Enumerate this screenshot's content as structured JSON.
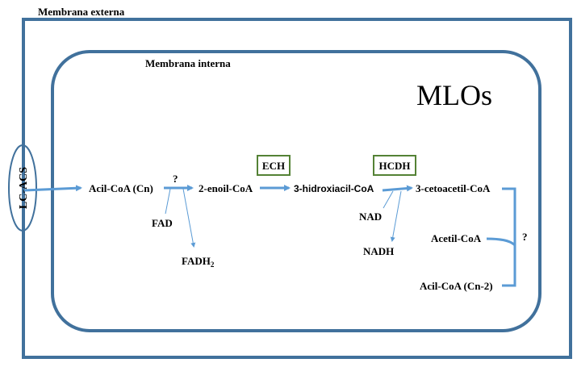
{
  "labels": {
    "outer_membrane": "Membrana externa",
    "inner_membrane": "Membrana interna",
    "compartment": "MLOs",
    "transporter": "LC-ACS"
  },
  "pathway": {
    "acyl_coa_cn": "Acil-CoA (Cn)",
    "step1_unknown": "?",
    "enoyl_coa": "2-enoil-CoA",
    "fad": "FAD",
    "fadh2_base": "FADH",
    "fadh2_sub": "2",
    "enzyme_ech": "ECH",
    "hydroxyacyl_coa": "3-hidroxiacil-CoA",
    "enzyme_hcdh": "HCDH",
    "ketoacyl_coa": "3-cetoacetil-CoA",
    "nad": "NAD",
    "nadh": "NADH",
    "acetyl_coa": "Acetil-CoA",
    "acyl_coa_cn2": "Acil-CoA (Cn-2)",
    "step4_unknown": "?"
  },
  "colors": {
    "membrane": "#41719c",
    "arrow": "#5b9bd5",
    "enzyme_border": "#548235"
  }
}
